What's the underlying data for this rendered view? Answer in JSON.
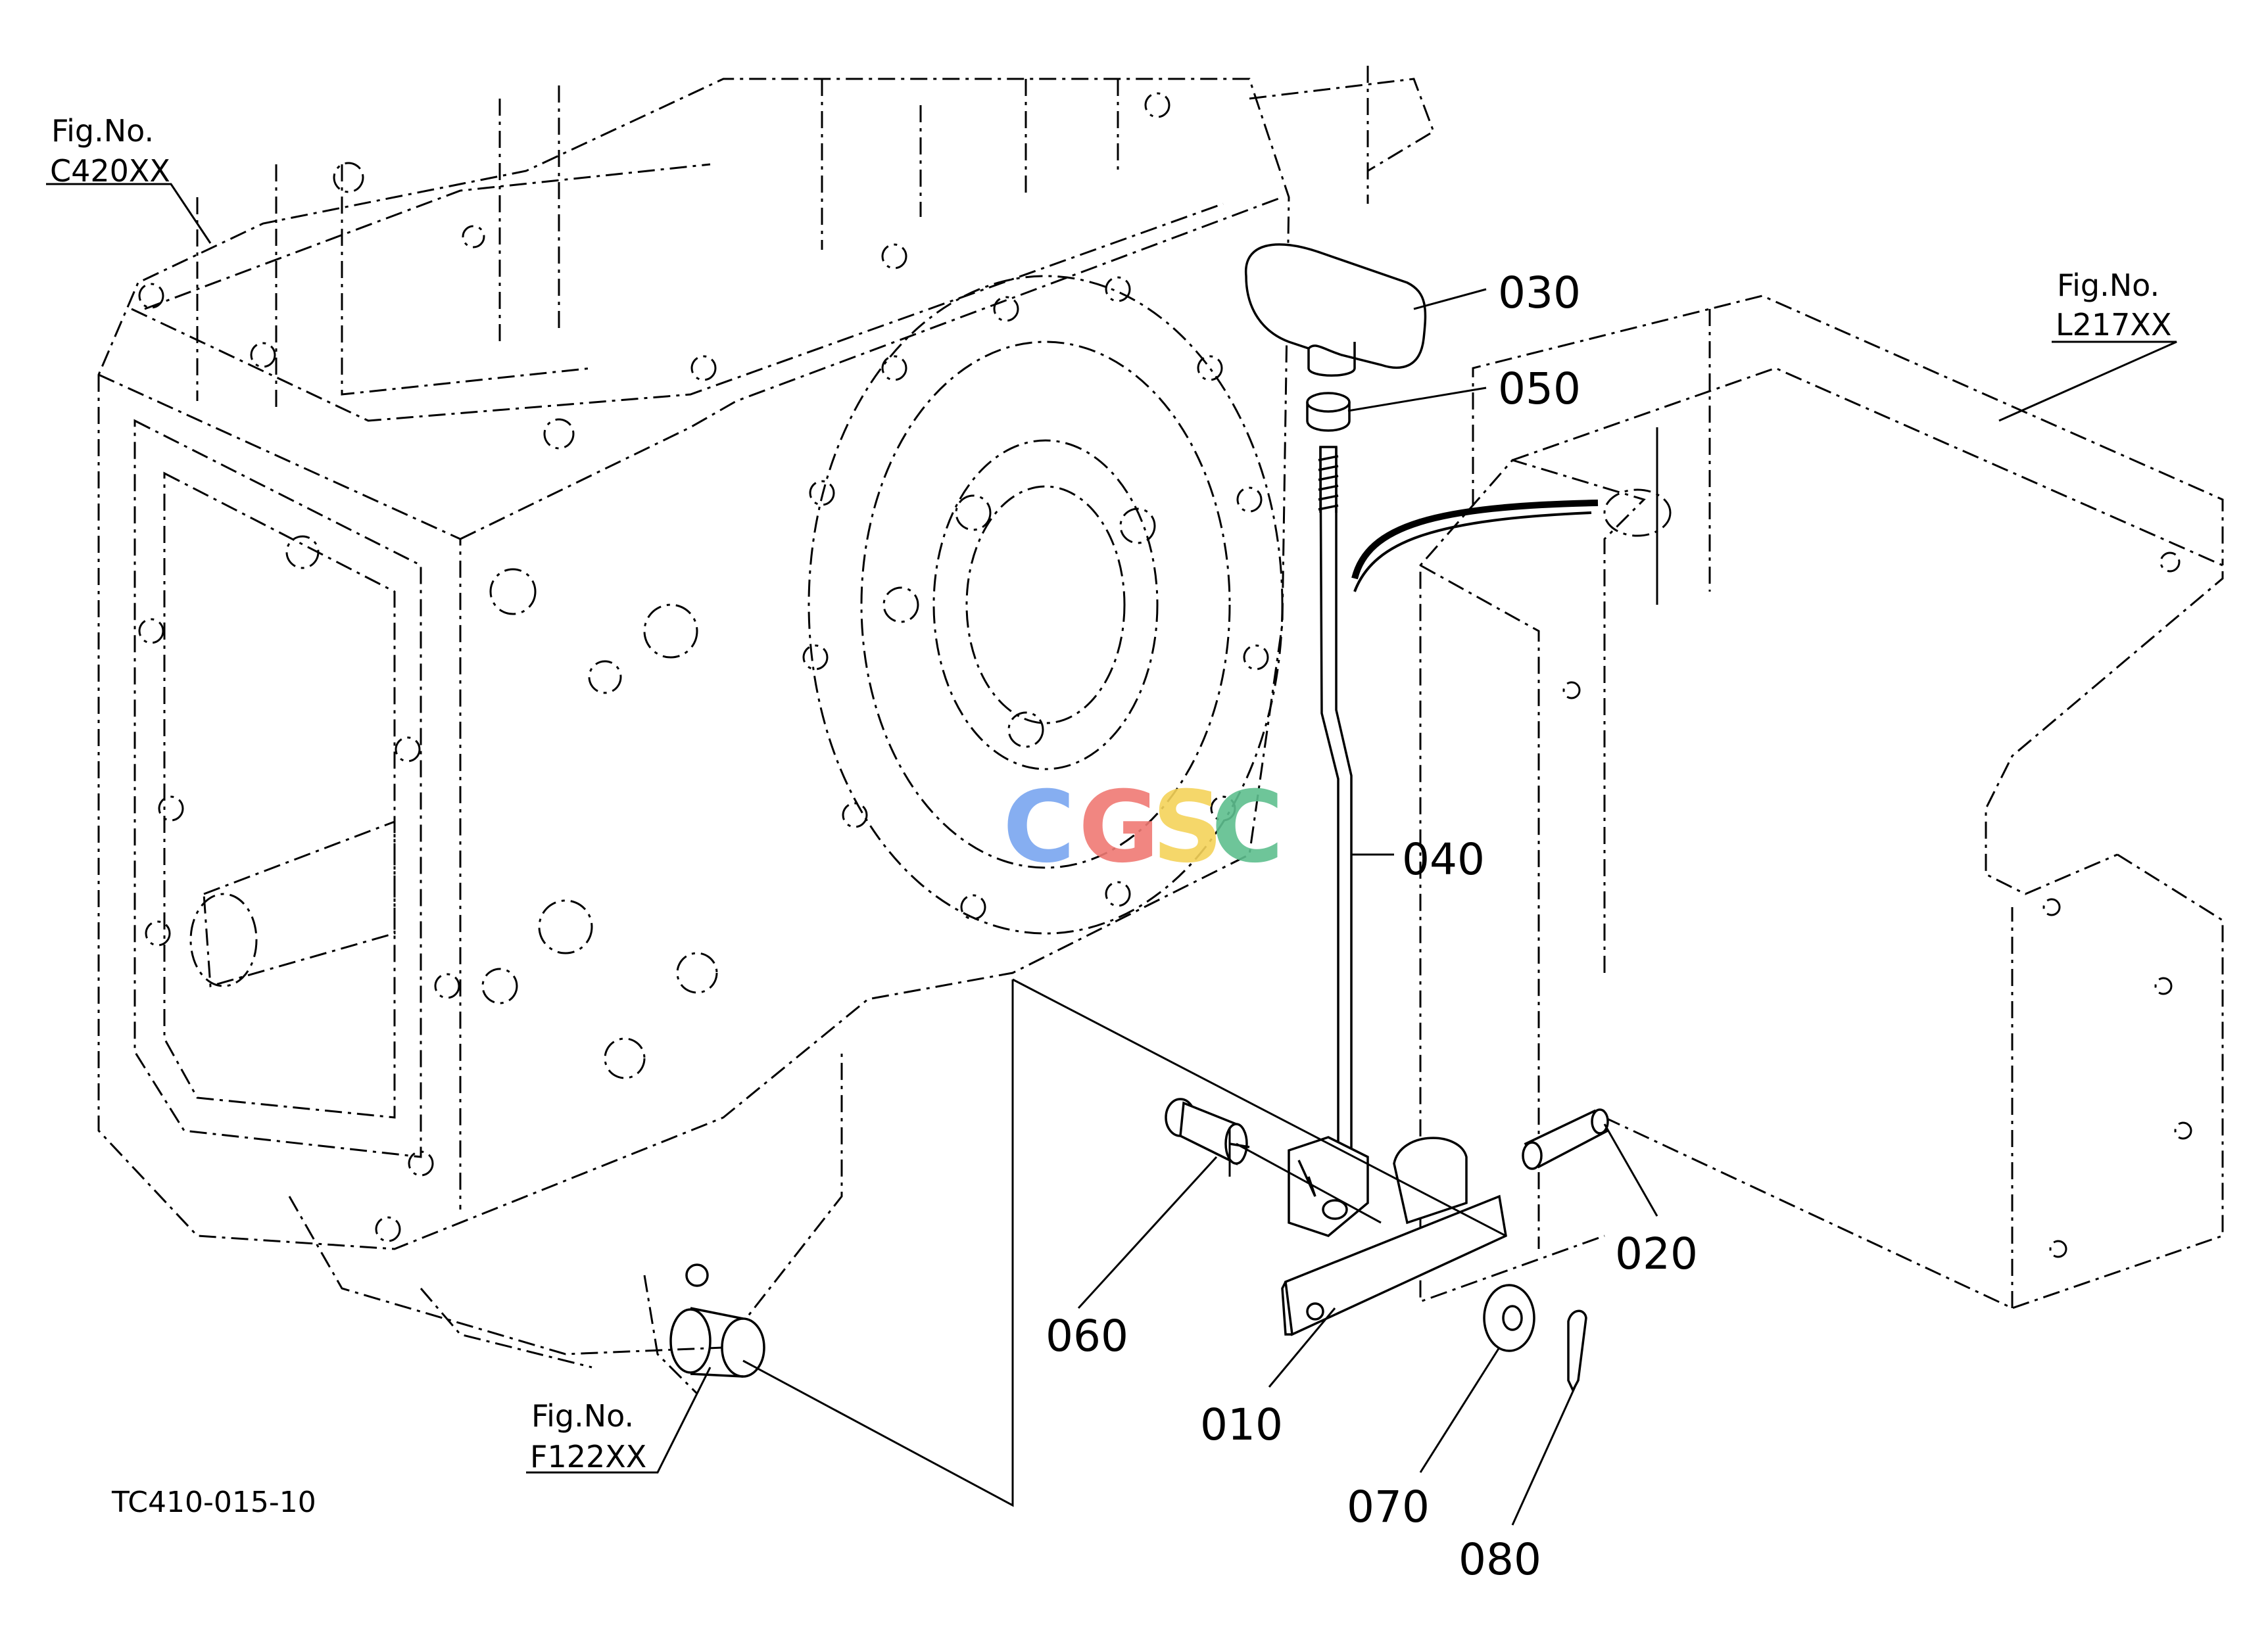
{
  "figure_code": "TC410-015-10",
  "fig_references": [
    {
      "id": "c420",
      "title": "Fig.No.",
      "number": "C420XX"
    },
    {
      "id": "l217",
      "title": "Fig.No.",
      "number": "L217XX"
    },
    {
      "id": "f122",
      "title": "Fig.No.",
      "number": "F122XX"
    }
  ],
  "parts": [
    {
      "id": "010",
      "label": "010",
      "name": "lever-plate"
    },
    {
      "id": "020",
      "label": "020",
      "name": "pin"
    },
    {
      "id": "030",
      "label": "030",
      "name": "knob"
    },
    {
      "id": "040",
      "label": "040",
      "name": "rod"
    },
    {
      "id": "050",
      "label": "050",
      "name": "nut"
    },
    {
      "id": "060",
      "label": "060",
      "name": "clevis-pin"
    },
    {
      "id": "070",
      "label": "070",
      "name": "washer"
    },
    {
      "id": "080",
      "label": "080",
      "name": "cotter-pin"
    }
  ],
  "watermark": {
    "letters": [
      "C",
      "G",
      "S",
      "C"
    ],
    "colors": [
      "#7aa6f0",
      "#f07a74",
      "#f5d35a",
      "#5fbf8f"
    ]
  }
}
